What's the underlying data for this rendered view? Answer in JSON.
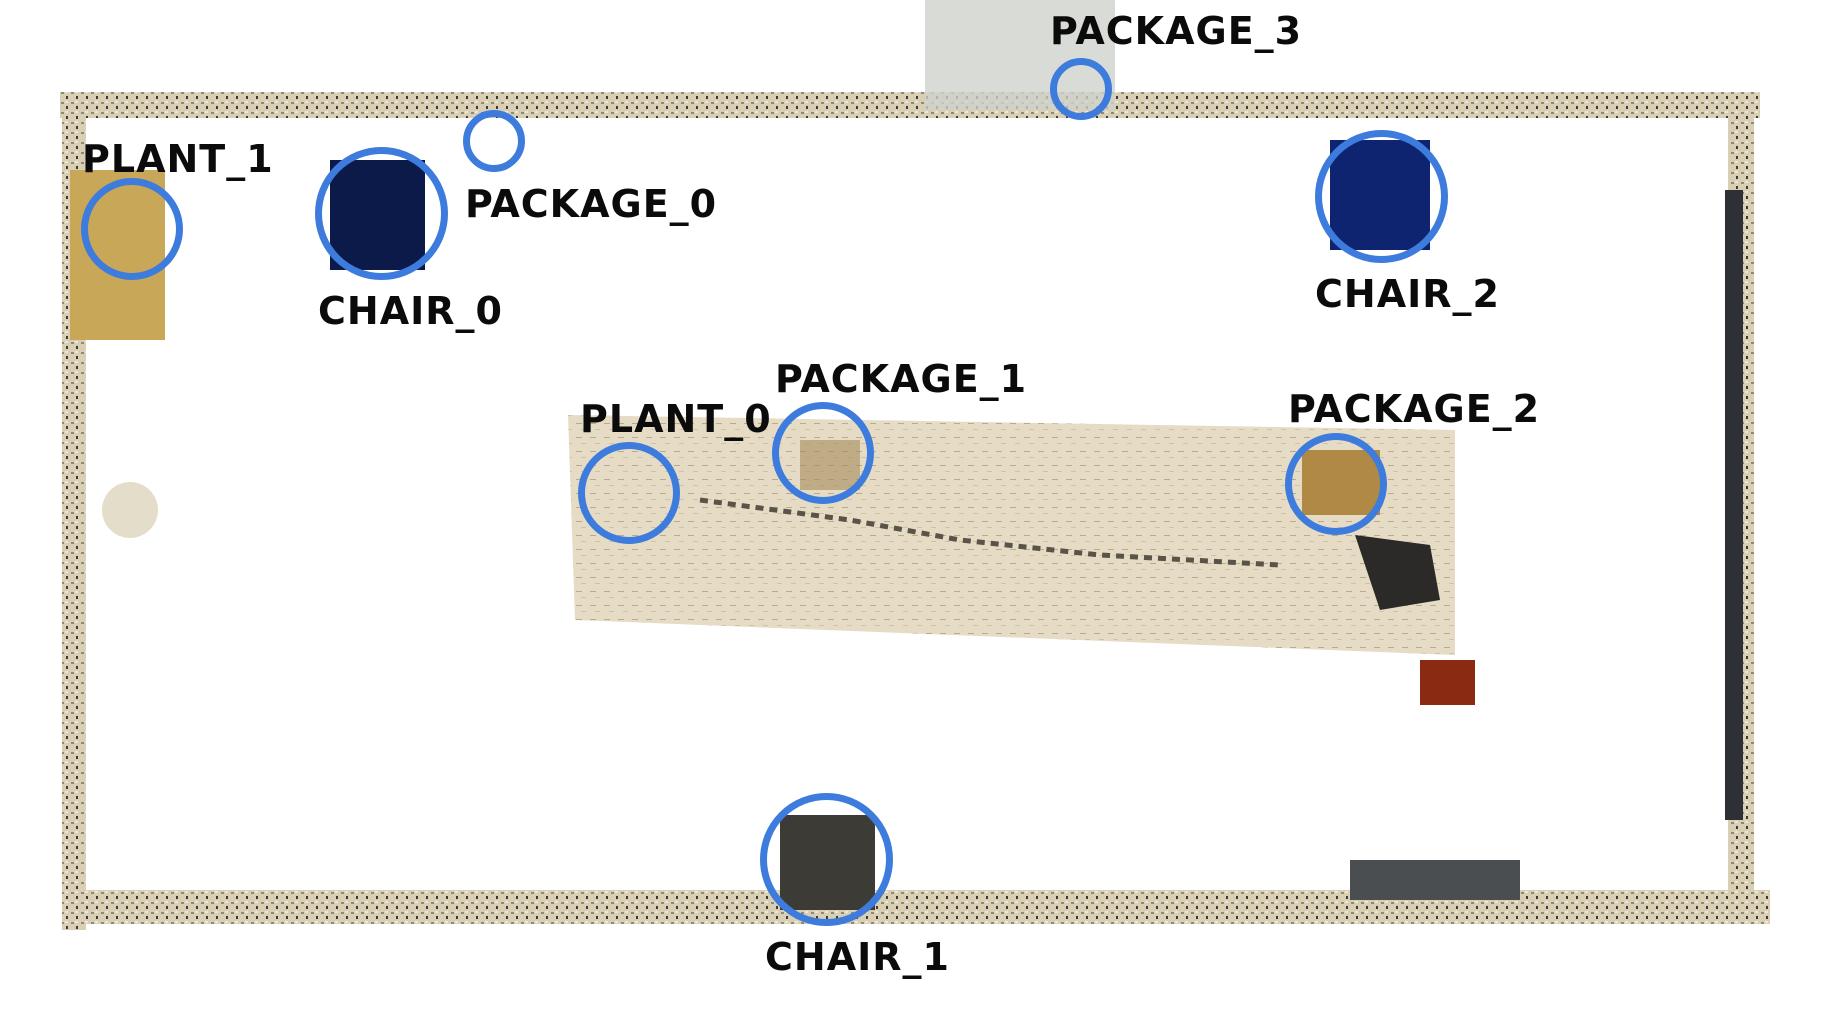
{
  "map": {
    "colors": {
      "ring": "#3d7bdc",
      "label": "#0b0b0b",
      "wall": "#c9c2a8",
      "wall_dark": "#2d2f30",
      "table": "#e4d8bf"
    },
    "objects": [
      {
        "id": "plant_1",
        "label": "PLANT_1"
      },
      {
        "id": "chair_0",
        "label": "CHAIR_0"
      },
      {
        "id": "package_0",
        "label": "PACKAGE_0"
      },
      {
        "id": "package_3",
        "label": "PACKAGE_3"
      },
      {
        "id": "chair_2",
        "label": "CHAIR_2"
      },
      {
        "id": "plant_0",
        "label": "PLANT_0"
      },
      {
        "id": "package_1",
        "label": "PACKAGE_1"
      },
      {
        "id": "package_2",
        "label": "PACKAGE_2"
      },
      {
        "id": "chair_1",
        "label": "CHAIR_1"
      }
    ]
  }
}
